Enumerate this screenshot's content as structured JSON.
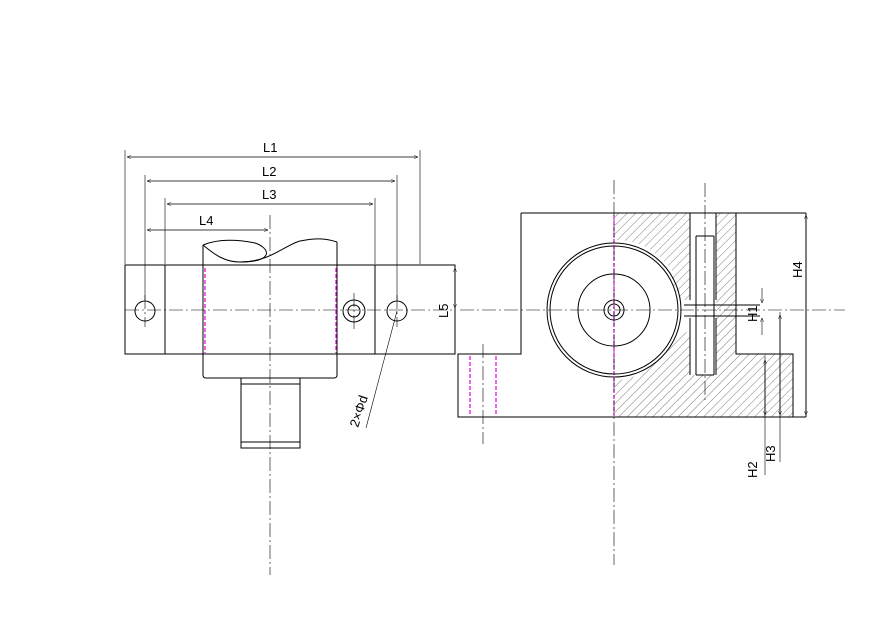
{
  "drawing": {
    "dimensions": {
      "L1": "L1",
      "L2": "L2",
      "L3": "L3",
      "L4": "L4",
      "L5": "L5",
      "H1": "H1",
      "H2": "H2",
      "H3": "H3",
      "H4": "H4"
    },
    "hole_note": "2×Φd"
  },
  "colors": {
    "line": "#000000",
    "hidden_line": "#e000e0",
    "background": "#ffffff"
  }
}
